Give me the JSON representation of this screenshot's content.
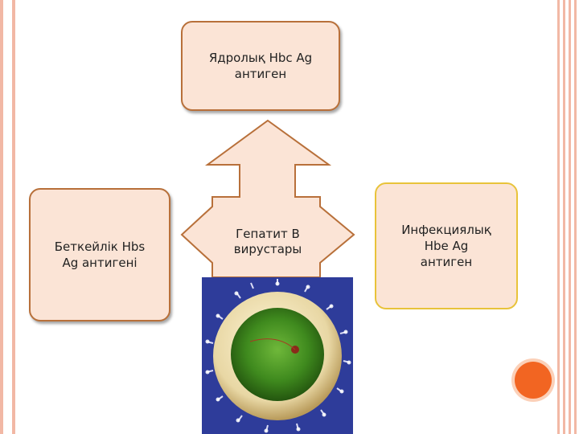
{
  "diagram": {
    "top_node": {
      "label": "Ядролық Hbc Ag\nантиген"
    },
    "left_node": {
      "label": "Беткейлік Hbs\nAg антигені"
    },
    "right_node": {
      "label": "Инфекциялық\nHbe Ag\nантиген"
    },
    "center_node": {
      "label": "Гепатит В\nвирустары"
    }
  },
  "colors": {
    "stripe": "#f2b8a5",
    "box_fill": "#fbe4d6",
    "box_border": "#b8703a",
    "right_box_border": "#e8c33a",
    "accent_dot": "#f26522",
    "virus_background": "#2e3c9a"
  }
}
